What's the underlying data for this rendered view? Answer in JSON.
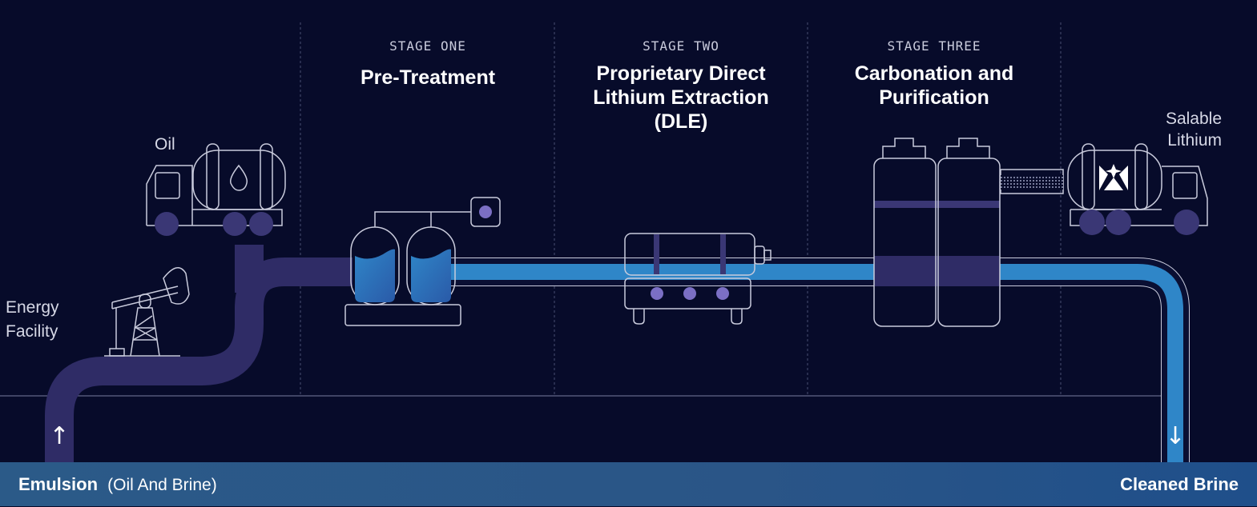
{
  "stages": [
    {
      "label": "STAGE ONE",
      "title": "Pre-Treatment"
    },
    {
      "label": "STAGE TWO",
      "title": "Proprietary Direct\nLithium Extraction\n(DLE)"
    },
    {
      "label": "STAGE THREE",
      "title": "Carbonation and\nPurification"
    }
  ],
  "labels": {
    "oil": "Oil",
    "energy_facility": "Energy\nFacility",
    "salable_lithium": "Salable\nLithium"
  },
  "bottom": {
    "emulsion_bold": "Emulsion",
    "emulsion_rest": "(Oil And Brine)",
    "cleaned_brine": "Cleaned Brine"
  },
  "arrows": {
    "up": "↑",
    "down": "↓"
  },
  "colors": {
    "background": "#070b2a",
    "emulsion_pipe": "#2f2c66",
    "brine_pipe": "#2f86c8",
    "outline": "#c9cbdc",
    "accent_purple": "#7b6fc4"
  }
}
